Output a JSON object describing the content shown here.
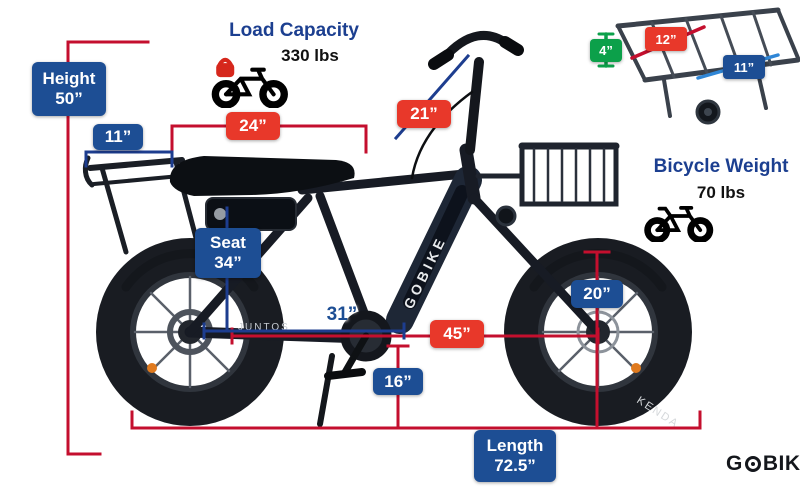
{
  "colors": {
    "box_blue": "#1d4e94",
    "box_red": "#e8382a",
    "box_green": "#0ca04a",
    "line_red": "#c40f2e",
    "line_blue": "#1d3d8f",
    "title_blue": "#1c3f90"
  },
  "height": {
    "label": "Height",
    "value": "50”"
  },
  "load": {
    "title": "Load Capacity",
    "value": "330 lbs"
  },
  "weight": {
    "title": "Bicycle Weight",
    "value": "70 lbs"
  },
  "seat": {
    "label": "Seat",
    "value": "34”"
  },
  "length": {
    "label": "Length",
    "value": "72.5”"
  },
  "dims": {
    "seat_length": "24”",
    "handlebar": "21”",
    "rear_rack": "11”",
    "bottom_span": "31”",
    "wheelbase": "45”",
    "wheel_height": "20”",
    "crank_height": "16”",
    "rack_height": "4”",
    "rack_length": "12”",
    "rack_width": "11”"
  },
  "bike": {
    "downtube_text": "GOBIKE",
    "chainstay_text": "JUNTOS",
    "tire_text": "KENDA"
  },
  "logo": {
    "g": "G",
    "rest": "BIKE"
  }
}
